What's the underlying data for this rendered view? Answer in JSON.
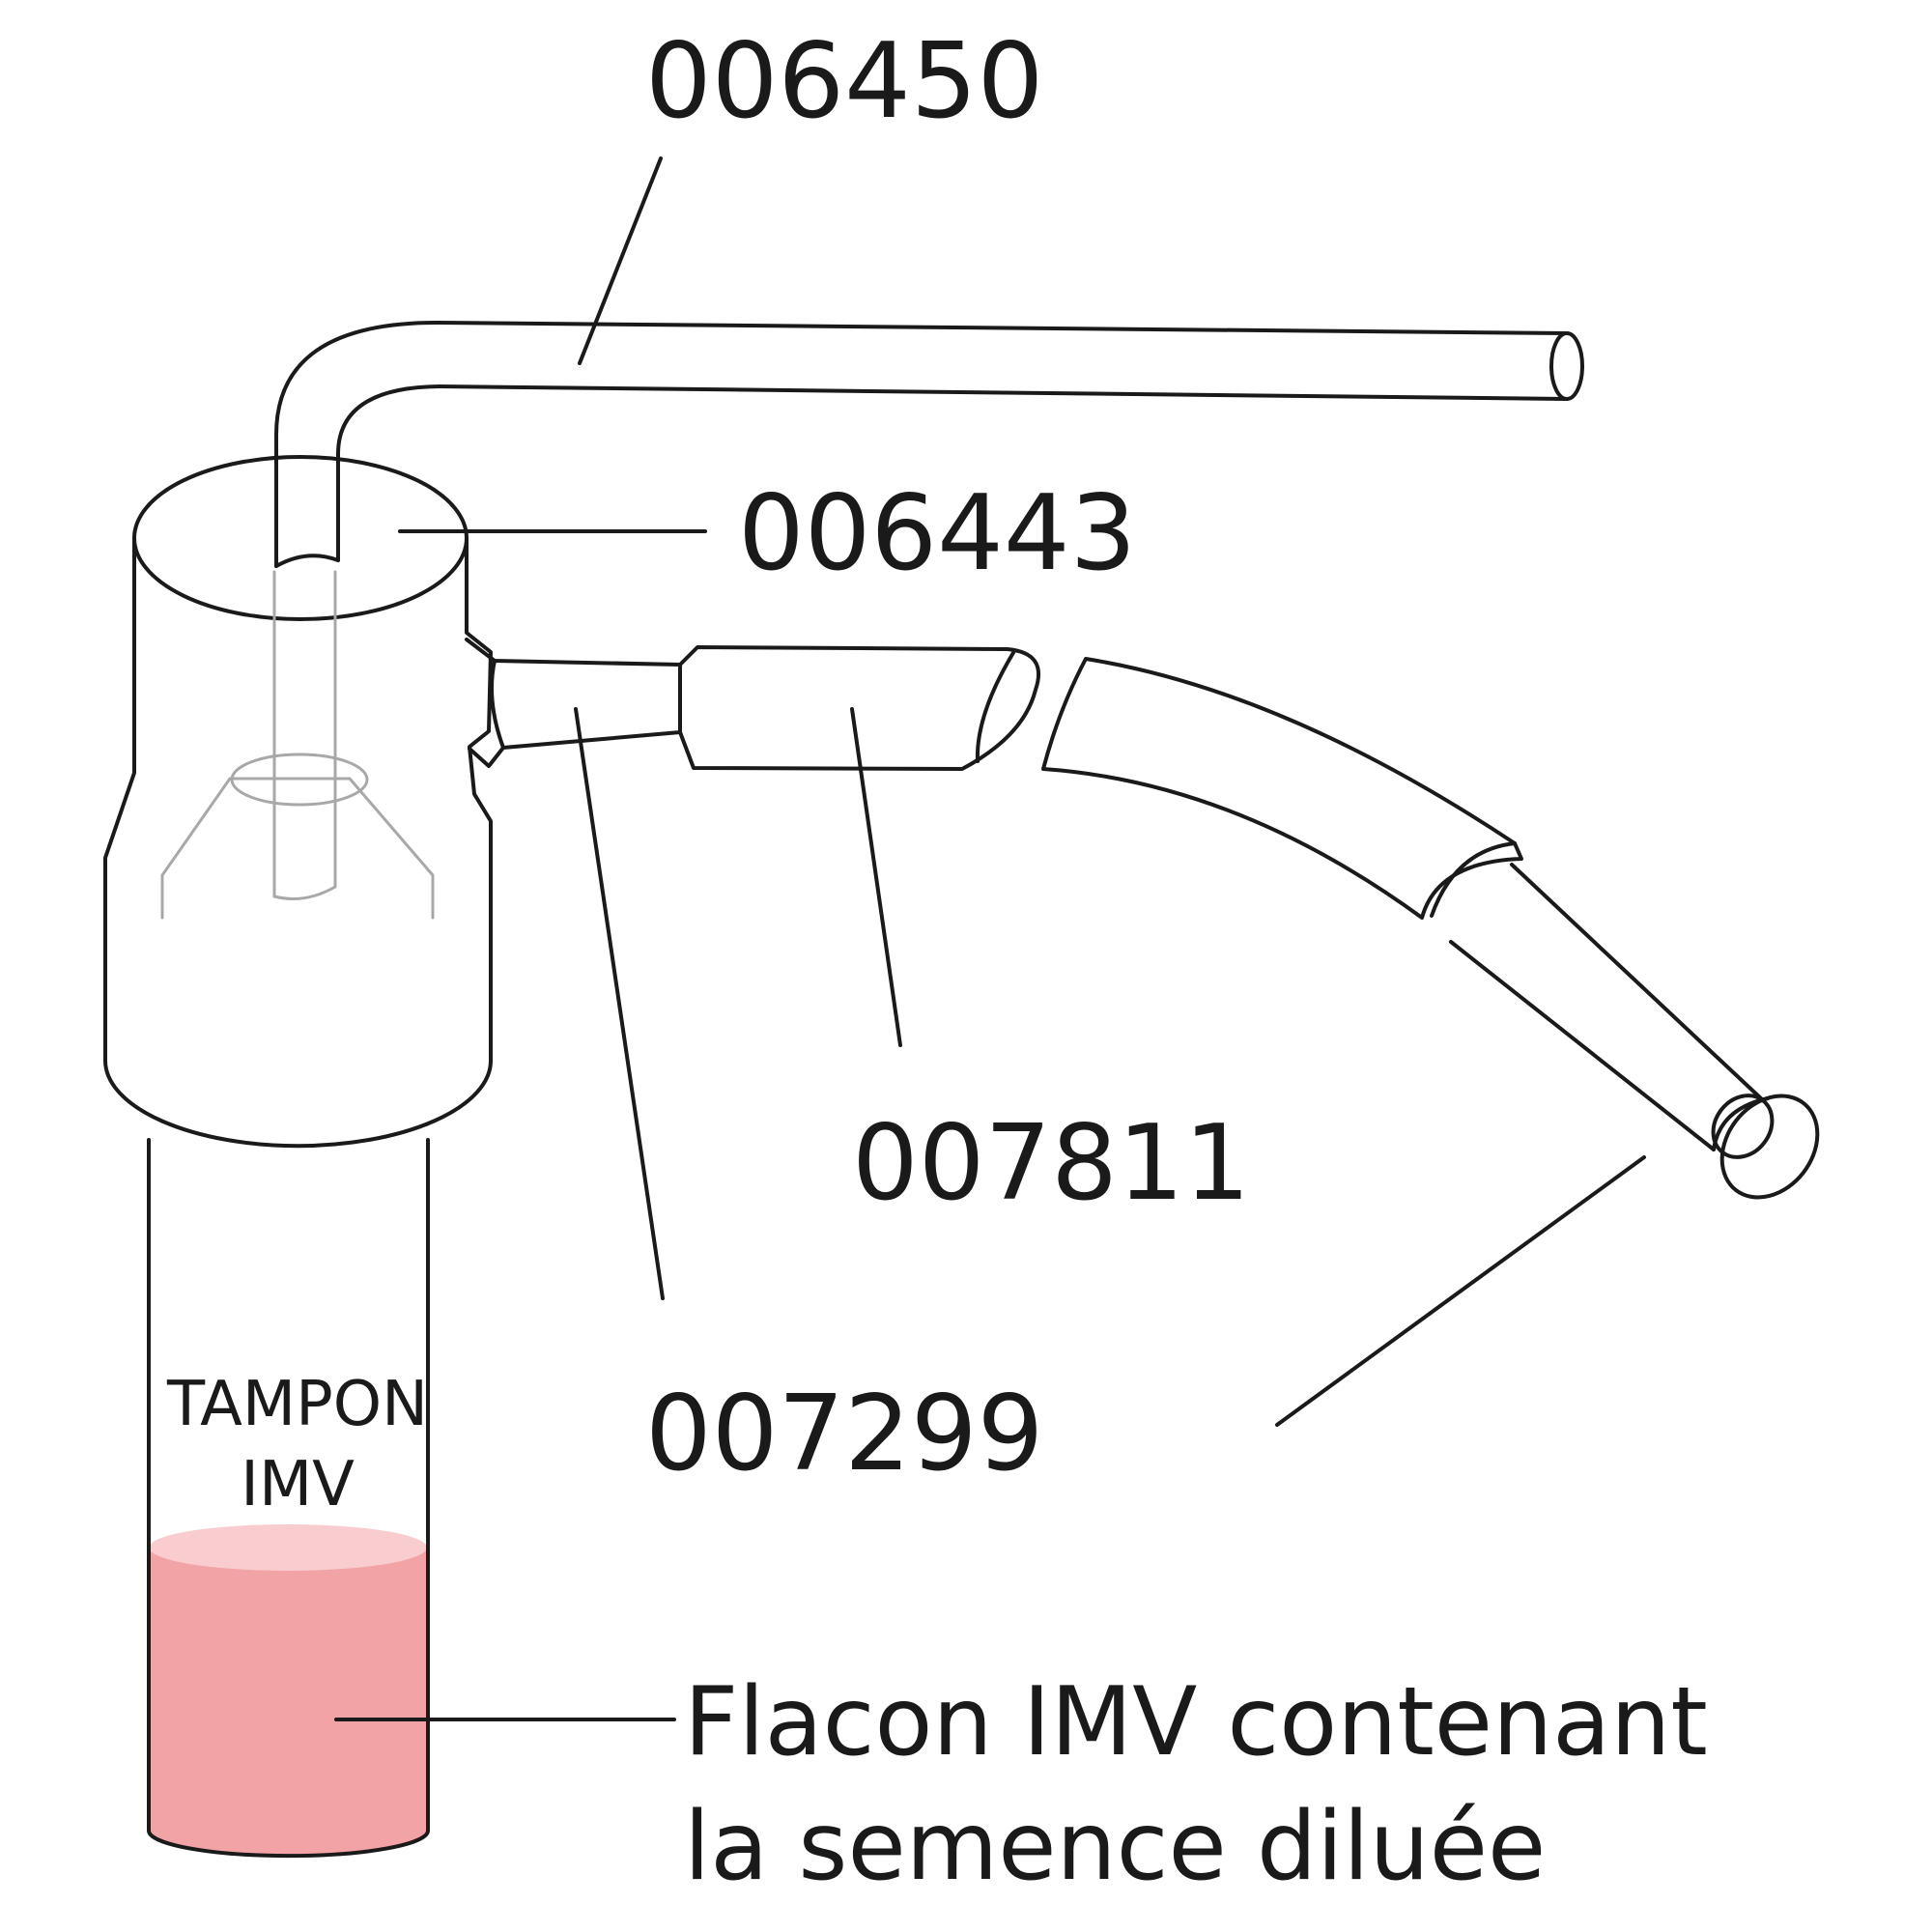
{
  "labels": {
    "part_006450": "006450",
    "part_006443": "006443",
    "part_007811": "007811",
    "part_007299": "007299",
    "tube_label_line1": "TAMPON",
    "tube_label_line2": "IMV",
    "caption_line1": "Flacon IMV contenant",
    "caption_line2": "la semence diluée"
  },
  "colors": {
    "outline": "#1a1a1a",
    "hidden_line": "#a8a8a8",
    "liquid": "#f2a3a6",
    "liquid_surface": "#f9cdcf"
  }
}
